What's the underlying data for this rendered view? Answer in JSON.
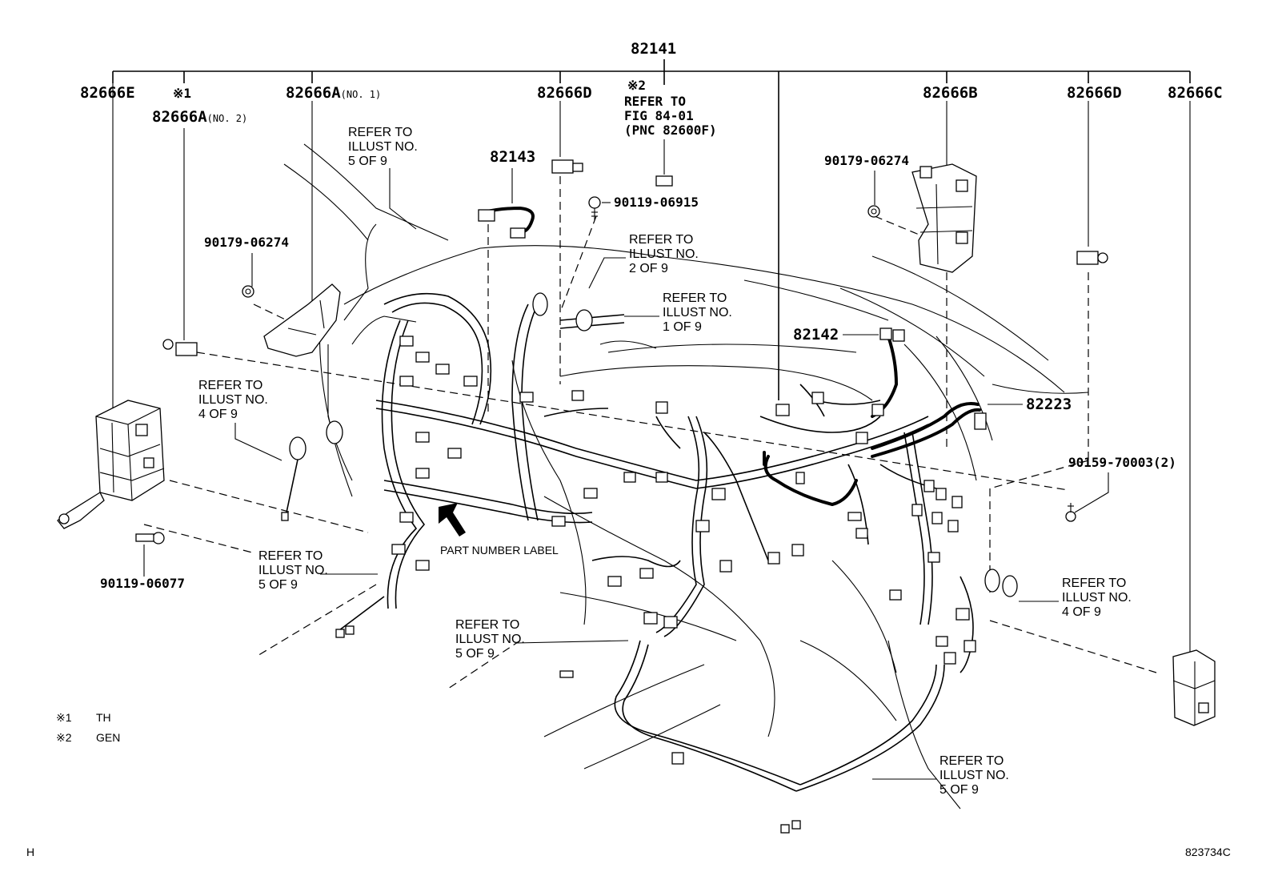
{
  "diagram": {
    "main_part": "82141",
    "callouts": {
      "p82666e": "82666E",
      "p82666a_no2_mark": "※1",
      "p82666a_no2": "82666A",
      "p82666a_no2_qual": "(NO. 2)",
      "p82666a_no1": "82666A",
      "p82666a_no1_qual": "(NO. 1)",
      "p82666d_left": "82666D",
      "gen_mark": "※2",
      "gen_refer_1": "REFER TO",
      "gen_refer_2": "FIG 84-01",
      "gen_refer_3": "(PNC 82600F)",
      "p82666b": "82666B",
      "p82666d_right": "82666D",
      "p82666c": "82666C",
      "p82143": "82143",
      "p90119_06915": "90119-06915",
      "p90179_06274_left": "90179-06274",
      "p90179_06274_right": "90179-06274",
      "p82142": "82142",
      "p82223": "82223",
      "p90159_70003": "90159-70003(2)",
      "p90119_06077": "90119-06077"
    },
    "refer_notes": [
      {
        "line1": "REFER TO",
        "line2": "ILLUST NO.",
        "line3": "5 OF 9"
      },
      {
        "line1": "REFER TO",
        "line2": "ILLUST NO.",
        "line3": "2 OF 9"
      },
      {
        "line1": "REFER TO",
        "line2": "ILLUST NO.",
        "line3": "1 OF 9"
      },
      {
        "line1": "REFER TO",
        "line2": "ILLUST NO.",
        "line3": "4 OF 9"
      },
      {
        "line1": "REFER TO",
        "line2": "ILLUST NO.",
        "line3": "5 OF 9"
      },
      {
        "line1": "REFER TO",
        "line2": "ILLUST NO.",
        "line3": "5 OF 9"
      },
      {
        "line1": "REFER TO",
        "line2": "ILLUST NO.",
        "line3": "4 OF 9"
      },
      {
        "line1": "REFER TO",
        "line2": "ILLUST NO.",
        "line3": "5 OF 9"
      }
    ],
    "part_number_label": "PART NUMBER LABEL",
    "legend": [
      {
        "mark": "※1",
        "text": "TH"
      },
      {
        "mark": "※2",
        "text": "GEN"
      }
    ],
    "footer_left": "H",
    "footer_right": "823734C"
  }
}
